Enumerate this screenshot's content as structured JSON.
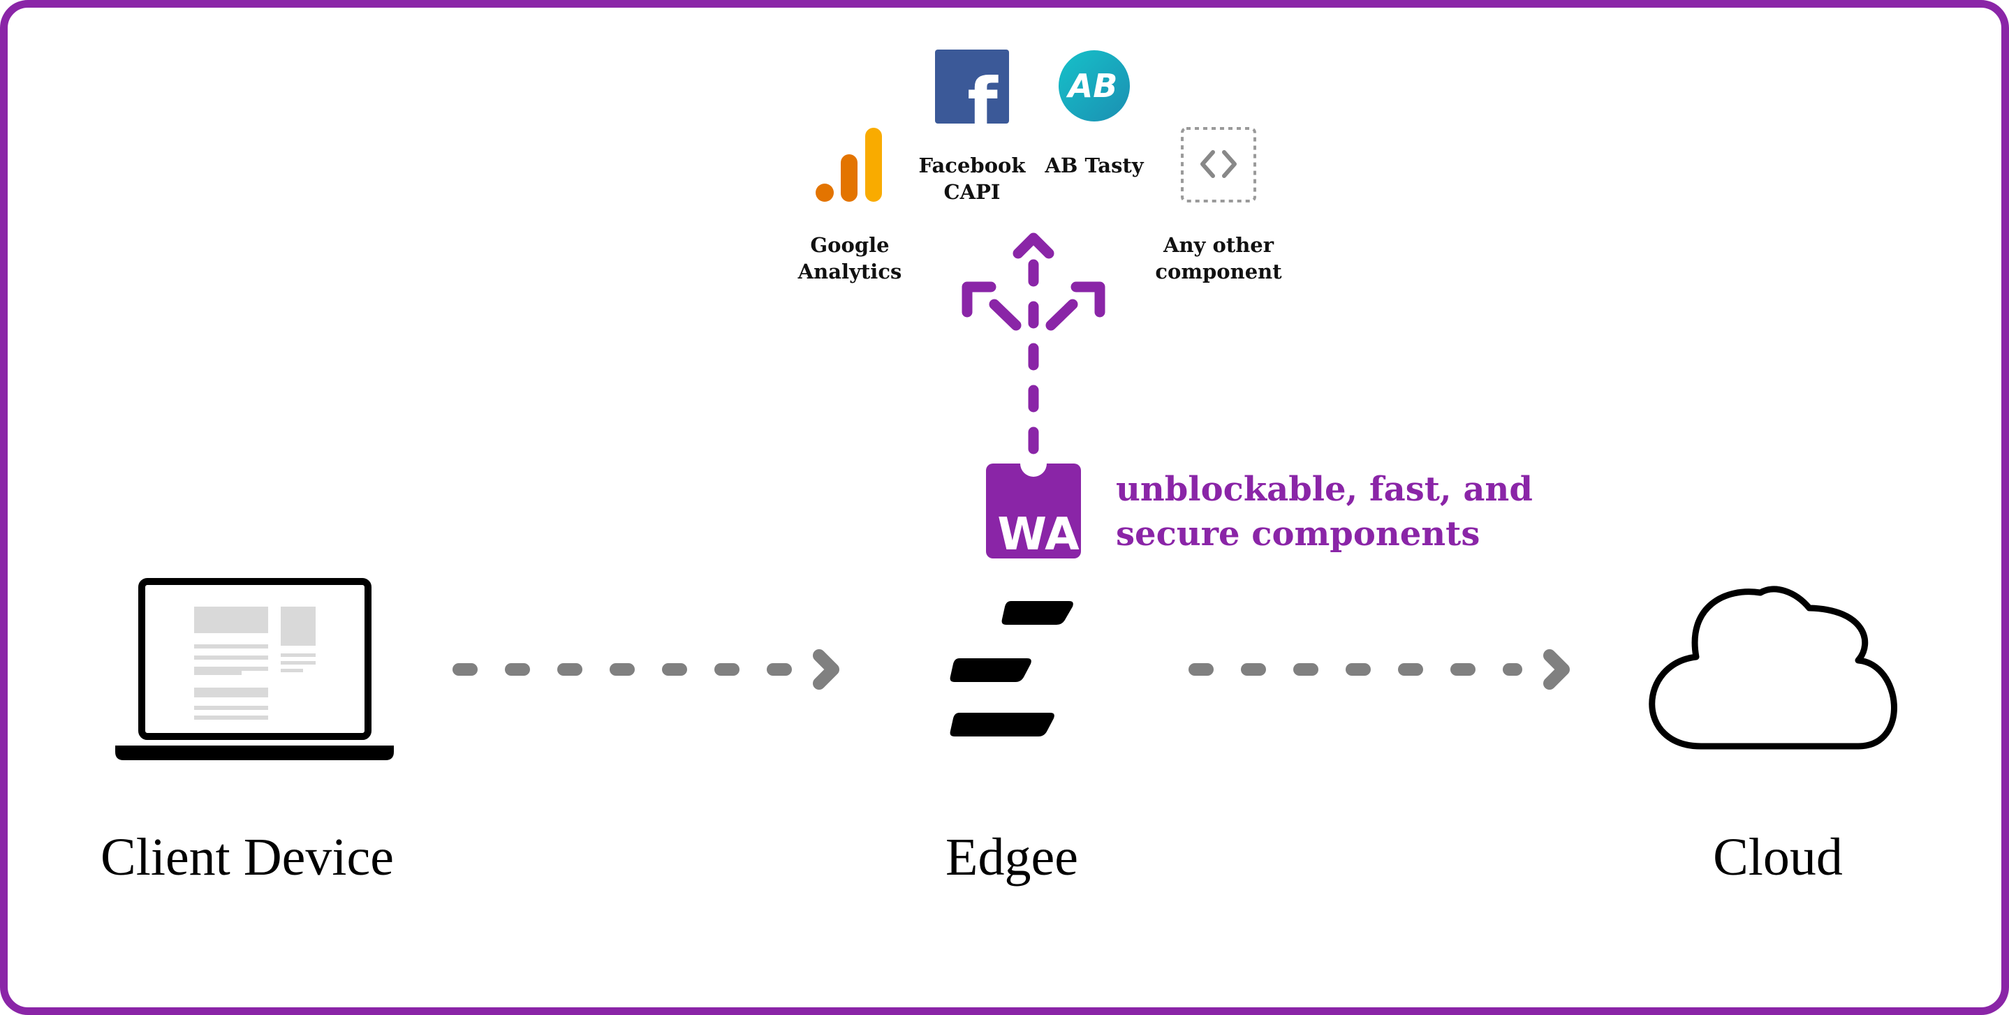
{
  "nodes": {
    "client": {
      "label": "Client Device"
    },
    "edgee": {
      "label": "Edgee"
    },
    "cloud": {
      "label": "Cloud"
    }
  },
  "components": {
    "google_analytics": {
      "label_line1": "Google",
      "label_line2": "Analytics",
      "icon": "google-analytics-icon"
    },
    "facebook_capi": {
      "label_line1": "Facebook",
      "label_line2": "CAPI",
      "icon": "facebook-icon",
      "glyph": "f"
    },
    "ab_tasty": {
      "label_line1": "AB Tasty",
      "icon": "ab-tasty-icon",
      "glyph": "AB"
    },
    "other": {
      "label_line1": "Any other",
      "label_line2": "component",
      "icon": "code-brackets-icon"
    }
  },
  "wa_badge": {
    "text": "WA",
    "icon": "wa-badge-icon"
  },
  "tagline": {
    "line1": "unblockable, fast, and",
    "line2": "secure components"
  },
  "colors": {
    "accent": "#8a25a7",
    "arrow_gray": "#808080",
    "ga_orange": "#e37400",
    "ga_yellow": "#f9ab00",
    "facebook_blue": "#3b5998",
    "ab_teal": "#1aa7b8",
    "text": "#111111"
  }
}
